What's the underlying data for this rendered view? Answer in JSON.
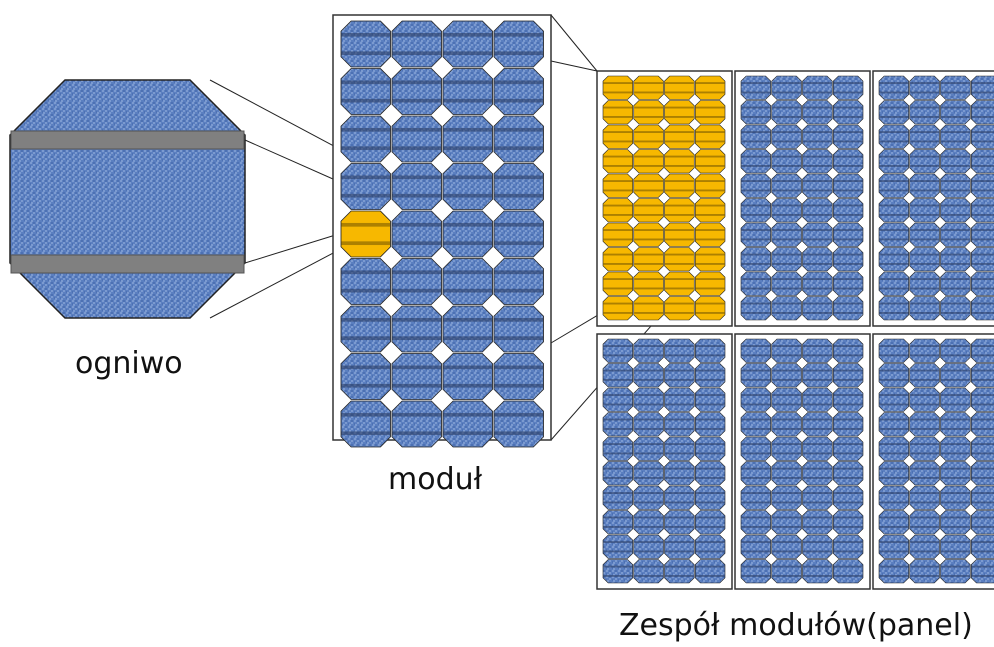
{
  "labels": {
    "cell": "ogniwo",
    "module": "moduł",
    "array": "Zespół  modułów(panel)"
  },
  "colors": {
    "cell_blue": "#5b7fc0",
    "cell_blue_light": "#8fabd9",
    "highlight_yellow": "#f7b800",
    "busbar_gray": "#808080",
    "frame_gray": "#444444",
    "line_black": "#222222"
  },
  "module": {
    "rows": 9,
    "cols": 4,
    "highlighted_cell": {
      "row": 4,
      "col": 0
    }
  },
  "array": {
    "rows": 2,
    "cols": 3,
    "cell_rows": 10,
    "cell_cols": 4,
    "highlighted_module": {
      "row": 0,
      "col": 0
    }
  }
}
